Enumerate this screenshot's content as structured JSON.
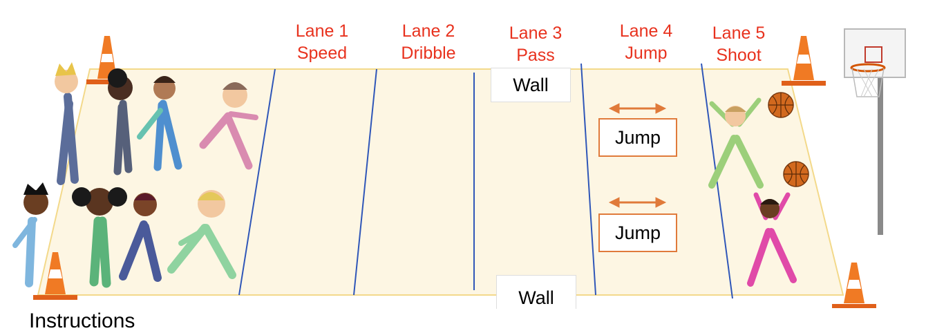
{
  "lanes": [
    {
      "number": "Lane 1",
      "activity": "Speed"
    },
    {
      "number": "Lane 2",
      "activity": "Dribble"
    },
    {
      "number": "Lane 3",
      "activity": "Pass"
    },
    {
      "number": "Lane 4",
      "activity": "Jump"
    },
    {
      "number": "Lane 5",
      "activity": "Shoot"
    }
  ],
  "walls": {
    "top": "Wall",
    "bottom": "Wall"
  },
  "jump_stations": [
    "Jump",
    "Jump"
  ],
  "footer_text": "Instructions",
  "colors": {
    "lane_label": "#e8321e",
    "court_fill": "#fdf6e3",
    "court_border": "#f3d98a",
    "lane_divider": "#2f56b8",
    "jump_border": "#e07a3a",
    "cone": "#f07a24"
  }
}
